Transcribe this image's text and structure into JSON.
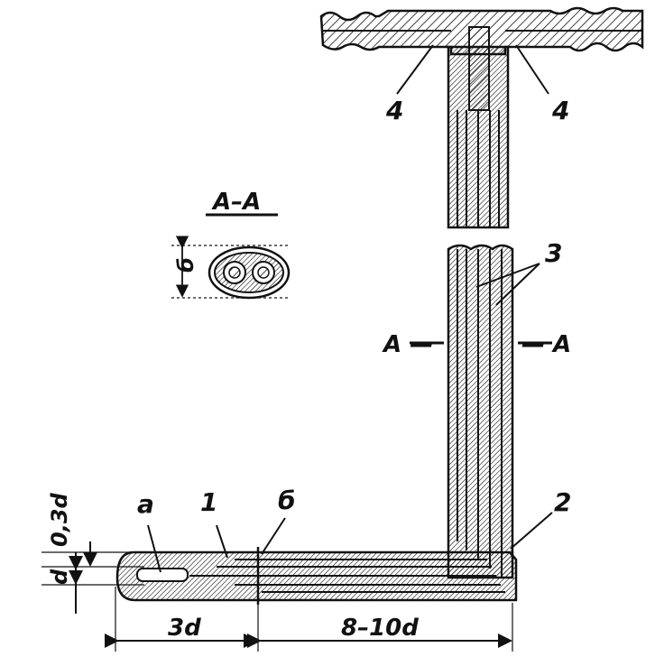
{
  "section_title": "А–А",
  "section_dim": "б",
  "cut_left": "А —",
  "cut_right": "— А",
  "callouts": {
    "label_1": "1",
    "label_2": "2",
    "label_3": "3",
    "label_4_left": "4",
    "label_4_right": "4",
    "label_a": "а",
    "label_b": "б"
  },
  "dimensions": {
    "tip_offset": "0,3d",
    "tip_diameter": "d",
    "tip_length": "3d",
    "horizontal_length": "8–10d"
  },
  "colors": {
    "ink": "#111111",
    "paper": "#ffffff"
  }
}
